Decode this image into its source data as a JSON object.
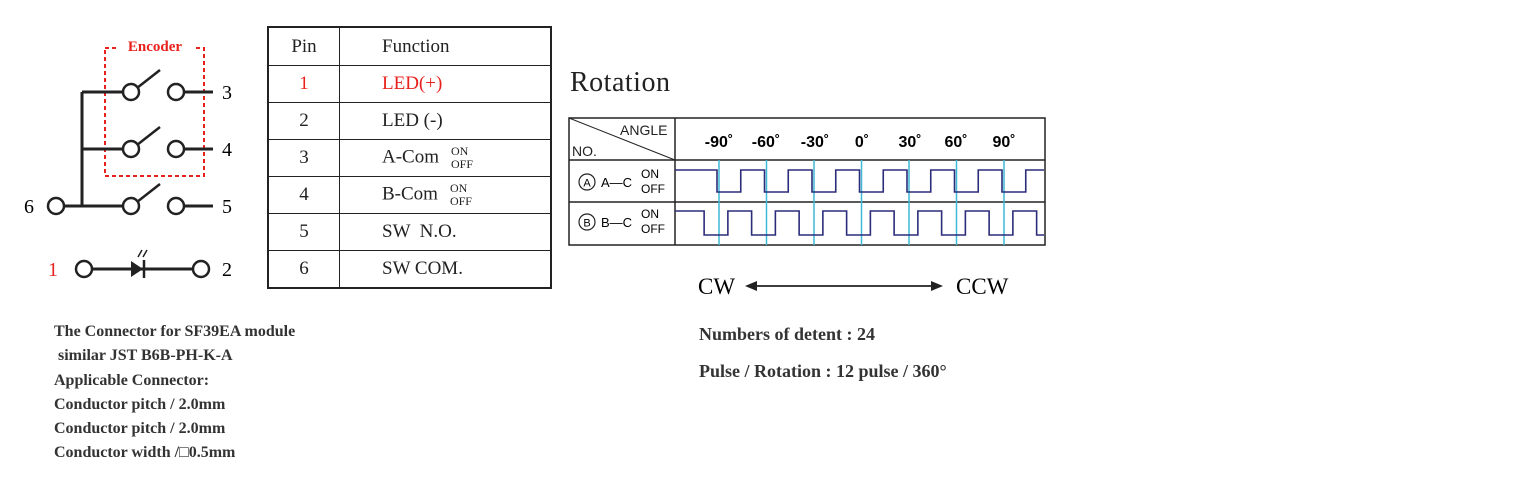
{
  "schematic": {
    "encoder_label": "Encoder",
    "pins": {
      "p3": "3",
      "p4": "4",
      "p5": "5",
      "p6": "6",
      "p1": "1",
      "p2": "2"
    },
    "pin1_color": "#e8211d",
    "encoder_box_color": "#e8211d"
  },
  "pin_table": {
    "headers": {
      "pin": "Pin",
      "function": "Function"
    },
    "rows": [
      {
        "pin": "1",
        "function": "LED(+)",
        "highlight": true
      },
      {
        "pin": "2",
        "function": "LED (-)"
      },
      {
        "pin": "3",
        "function": "A-Com",
        "on": "ON",
        "off": "OFF"
      },
      {
        "pin": "4",
        "function": "B-Com",
        "on": "ON",
        "off": "OFF"
      },
      {
        "pin": "5",
        "function": "SW  N.O."
      },
      {
        "pin": "6",
        "function": "SW COM."
      }
    ]
  },
  "connector_notes": [
    "The Connector for SF39EA module",
    " similar JST B6B-PH-K-A",
    "Applicable Connector:",
    "Conductor pitch / 2.0mm",
    "Conductor pitch / 2.0mm",
    "Conductor width /□0.5mm"
  ],
  "rotation": {
    "title": "Rotation",
    "header_angle": "ANGLE",
    "header_no": "NO.",
    "angles": [
      "-90˚",
      "-60˚",
      "-30˚",
      "0˚",
      "30˚",
      "60˚",
      "90˚"
    ],
    "channels": [
      {
        "badge": "A",
        "name": "A—C",
        "on": "ON",
        "off": "OFF"
      },
      {
        "badge": "B",
        "name": "B—C",
        "on": "ON",
        "off": "OFF"
      }
    ],
    "wave_color": "#2b2d7a",
    "detent_line_color": "#3fb8d6"
  },
  "direction": {
    "left": "CW",
    "right": "CCW"
  },
  "specs": [
    "Numbers of detent : 24",
    "Pulse / Rotation : 12 pulse / 360°"
  ]
}
